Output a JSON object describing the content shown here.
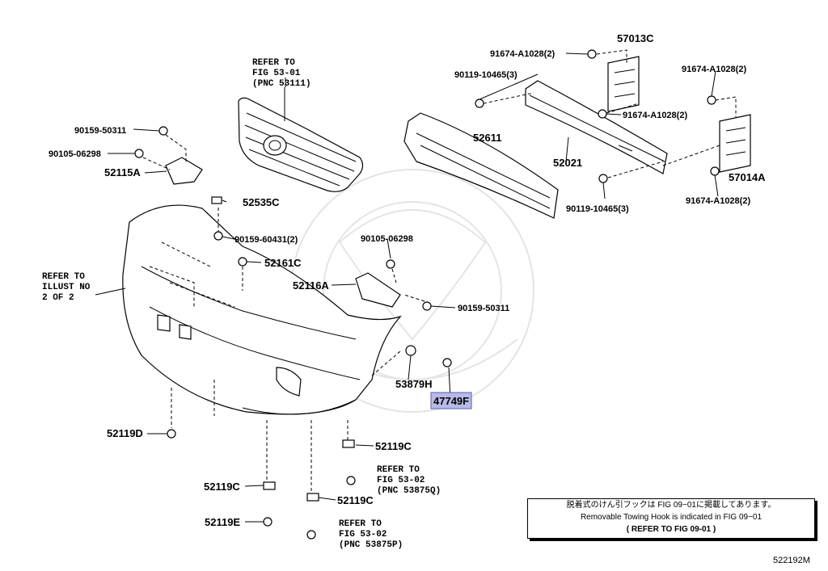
{
  "labels": {
    "refer_fig_53_01": [
      "REFER TO",
      "FIG 53-01",
      "(PNC 53111)"
    ],
    "refer_illust": [
      "REFER TO",
      "ILLUST NO",
      "2 OF 2"
    ],
    "refer_fig_53_02_q": [
      "REFER TO",
      "FIG 53-02",
      "(PNC 53875Q)"
    ],
    "refer_fig_53_02_p": [
      "REFER TO",
      "FIG 53-02",
      "(PNC 53875P)"
    ],
    "p_90159_50311_a": "90159-50311",
    "p_90105_06298_a": "90105-06298",
    "p_52115A": "52115A",
    "p_52535C": "52535C",
    "p_90159_60431": "90159-60431(2)",
    "p_52161C": "52161C",
    "p_52116A": "52116A",
    "p_90105_06298_b": "90105-06298",
    "p_90159_50311_b": "90159-50311",
    "p_53879H": "53879H",
    "p_47749F": "47749F",
    "p_52119D": "52119D",
    "p_52119C_a": "52119C",
    "p_52119C_b": "52119C",
    "p_52119C_c": "52119C",
    "p_52119E": "52119E",
    "p_91674_a": "91674-A1028(2)",
    "p_57013C": "57013C",
    "p_90119_a": "90119-10465(3)",
    "p_91674_b": "91674-A1028(2)",
    "p_91674_c": "91674-A1028(2)",
    "p_52611": "52611",
    "p_52021": "52021",
    "p_57014A": "57014A",
    "p_91674_d": "91674-A1028(2)",
    "p_90119_b": "90119-10465(3)"
  },
  "note": {
    "line1": "脱着式のけん引フックは FIG 09−01に掲載してあります。",
    "line2": "Removable Towing Hook is indicated in FIG 09−01",
    "line3": "( REFER TO FIG 09-01 )"
  },
  "figure_number": "522192M",
  "highlight_color": "#b7b9e6"
}
